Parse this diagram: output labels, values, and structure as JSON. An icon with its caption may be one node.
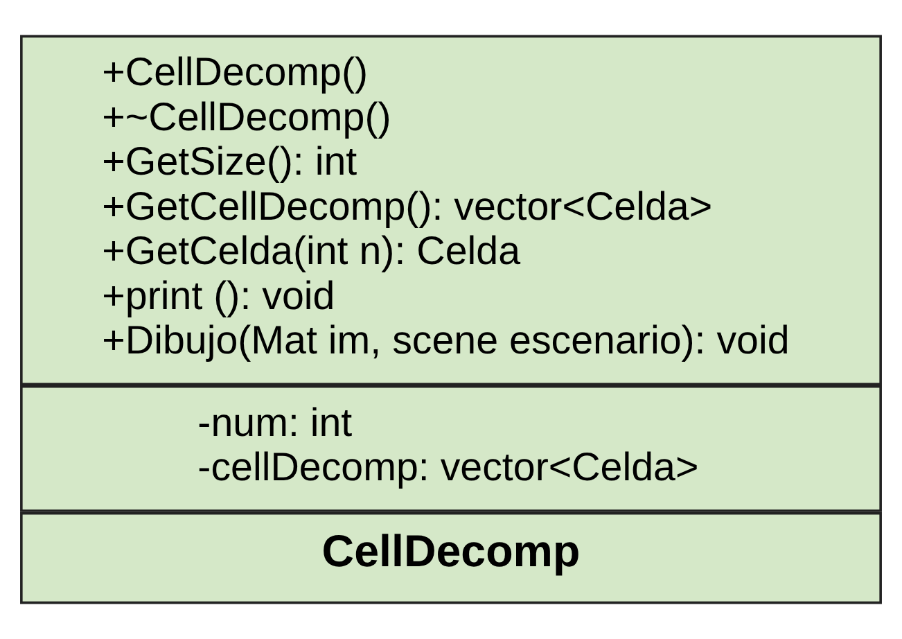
{
  "diagram": {
    "nodes": [
      {
        "text": [
          "CellDecomp"
        ]
      },
      {
        "text": [
          "-num: int",
          "-cellDecomp: vector<Celda>"
        ]
      },
      {
        "text": [
          "+CellDecomp()",
          "+~CellDecomp()",
          "+GetSize(): int",
          "+GetCellDecomp(): vector<Celda>",
          "+GetCelda(int n): Celda",
          "+print (): void",
          "+Dibujo(Mat im, scene escenario): void"
        ]
      }
    ],
    "edges": []
  }
}
